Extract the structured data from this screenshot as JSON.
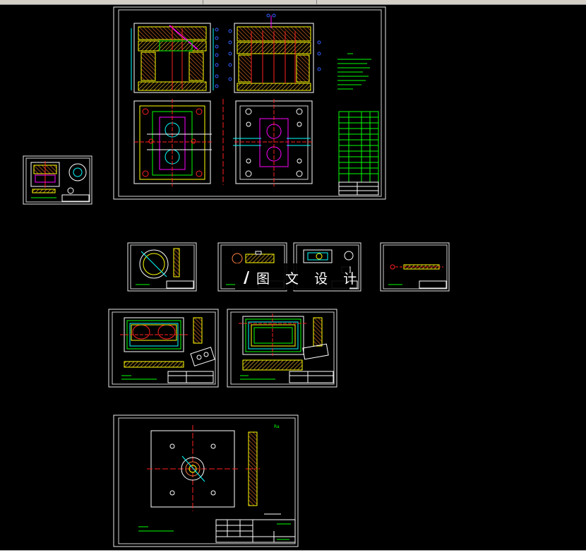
{
  "watermark": {
    "text": "图 文 设 计"
  },
  "sheets": [
    {
      "id": "main-assembly"
    },
    {
      "id": "small-part-1"
    },
    {
      "id": "part-ring"
    },
    {
      "id": "part-slider"
    },
    {
      "id": "part-block"
    },
    {
      "id": "part-pin"
    },
    {
      "id": "cavity-plate"
    },
    {
      "id": "core-plate"
    },
    {
      "id": "clamp-plate"
    }
  ],
  "colors": {
    "background": "#000000",
    "sheet_border": "#e8e8e8",
    "line_yellow": "#ffff00",
    "line_cyan": "#00ffff",
    "line_green": "#00ff00",
    "line_red": "#ff2020",
    "line_magenta": "#ff00ff",
    "line_blue": "#3060ff",
    "hatch_orange": "#d08020",
    "ui_grey": "#d4d0c8"
  }
}
